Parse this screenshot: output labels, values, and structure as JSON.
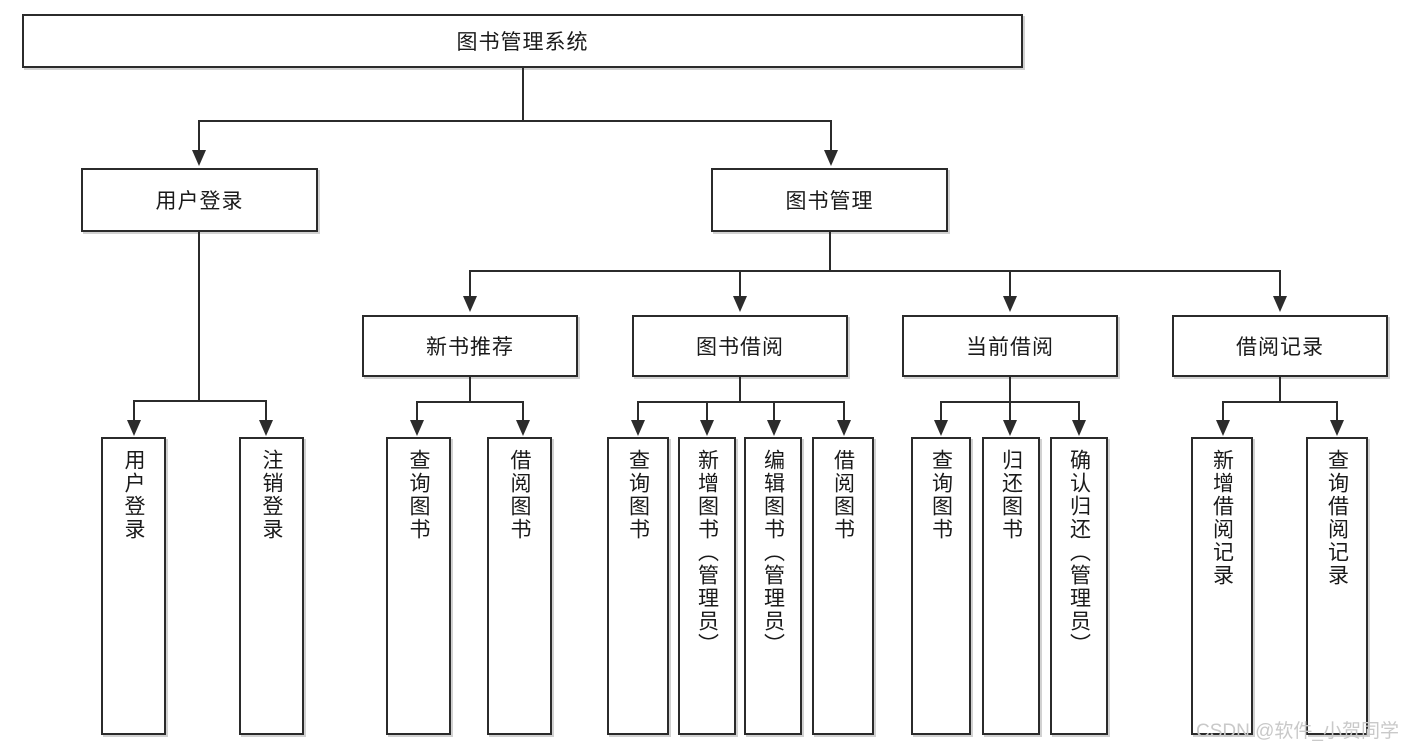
{
  "diagram": {
    "type": "tree",
    "title": "图书管理系统",
    "root": {
      "label": "图书管理系统"
    },
    "level2": [
      {
        "label": "用户登录"
      },
      {
        "label": "图书管理"
      }
    ],
    "level3": [
      {
        "label": "新书推荐"
      },
      {
        "label": "图书借阅"
      },
      {
        "label": "当前借阅"
      },
      {
        "label": "借阅记录"
      }
    ],
    "leaves": {
      "user_login": [
        {
          "label": "用户登录"
        },
        {
          "label": "注销登录"
        }
      ],
      "new_book_recommend": [
        {
          "label": "查询图书"
        },
        {
          "label": "借阅图书"
        }
      ],
      "book_borrow": [
        {
          "label": "查询图书"
        },
        {
          "label": "新增图书（管理员）"
        },
        {
          "label": "编辑图书（管理员）"
        },
        {
          "label": "借阅图书"
        }
      ],
      "current_borrow": [
        {
          "label": "查询图书"
        },
        {
          "label": "归还图书"
        },
        {
          "label": "确认归还（管理员）"
        }
      ],
      "borrow_record": [
        {
          "label": "新增借阅记录"
        },
        {
          "label": "查询借阅记录"
        }
      ]
    }
  },
  "watermark": {
    "text": "CSDN @软件_小贺同学"
  },
  "colors": {
    "stroke": "#2b2b2b",
    "background": "#ffffff",
    "text": "#1a1a1a",
    "watermark": "#c9c9c9"
  }
}
